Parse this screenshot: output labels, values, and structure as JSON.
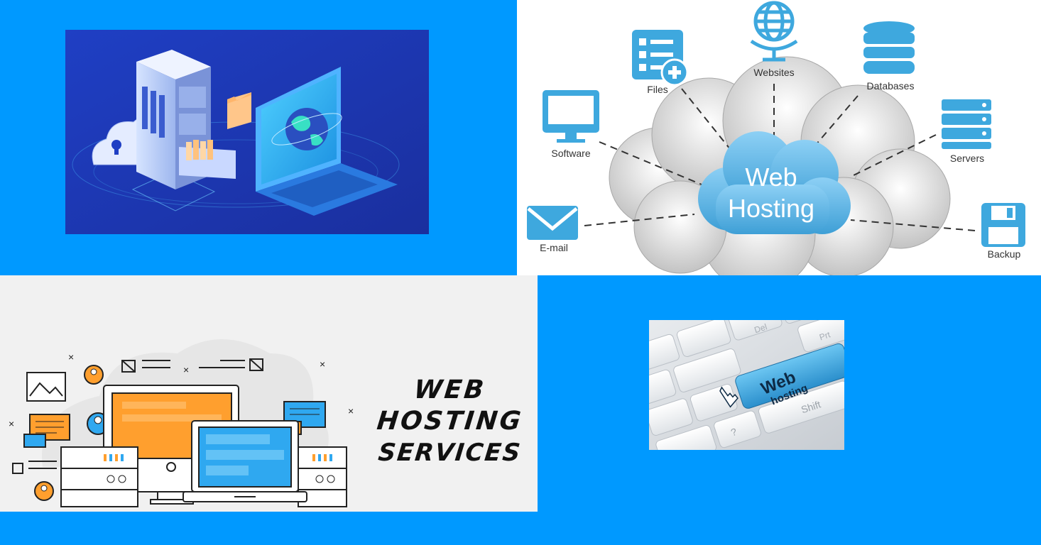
{
  "colors": {
    "page_background": "#0099ff",
    "server_panel_bg": "#1f3fbf",
    "cloud_blue": "#5ab6e8",
    "services_orange": "#ff9f2e",
    "services_blue": "#2fa8f0",
    "keyboard_key_blue": "#3aa7dd"
  },
  "cloud_diagram": {
    "center_title_line1": "Web",
    "center_title_line2": "Hosting",
    "nodes": [
      {
        "label": "Files",
        "icon": "files-icon"
      },
      {
        "label": "Websites",
        "icon": "globe-icon"
      },
      {
        "label": "Databases",
        "icon": "database-icon"
      },
      {
        "label": "Software",
        "icon": "monitor-icon"
      },
      {
        "label": "Servers",
        "icon": "server-rack-icon"
      },
      {
        "label": "E-mail",
        "icon": "envelope-icon"
      },
      {
        "label": "Backup",
        "icon": "floppy-disk-icon"
      }
    ]
  },
  "services_banner": {
    "line1": "WEB",
    "line2": "HOSTING",
    "line3": "SERVICES"
  },
  "keyboard": {
    "key_line1": "Web",
    "key_line2": "hosting",
    "shift_label": "Shift",
    "delete_label": "Del",
    "prt_label": "Prt",
    "question_label": "?"
  }
}
